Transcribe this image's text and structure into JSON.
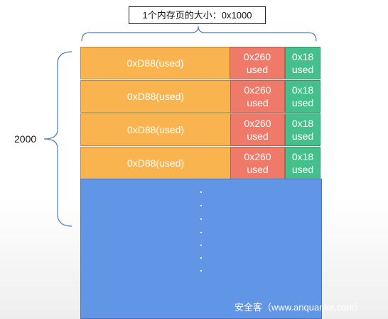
{
  "title": "1个内存页的大小：0x1000",
  "side_label": "2000",
  "chunks": [
    {
      "main": "0xD88(used)",
      "mid_size": "0x260",
      "mid_state": "used",
      "small_size": "0x18",
      "small_state": "used"
    },
    {
      "main": "0xD88(used)",
      "mid_size": "0x260",
      "mid_state": "used",
      "small_size": "0x18",
      "small_state": "used"
    },
    {
      "main": "0xD88(used)",
      "mid_size": "0x260",
      "mid_state": "used",
      "small_size": "0x18",
      "small_state": "used"
    },
    {
      "main": "0xD88(used)",
      "mid_size": "0x260",
      "mid_state": "used",
      "small_size": "0x18",
      "small_state": "used"
    }
  ],
  "watermark": "安全客（www.anquanke.com）",
  "colors": {
    "orange": "#fab44f",
    "red": "#ef7a6a",
    "green": "#45c08a",
    "blue": "#6195e5",
    "bracket": "#4a7cc7"
  }
}
